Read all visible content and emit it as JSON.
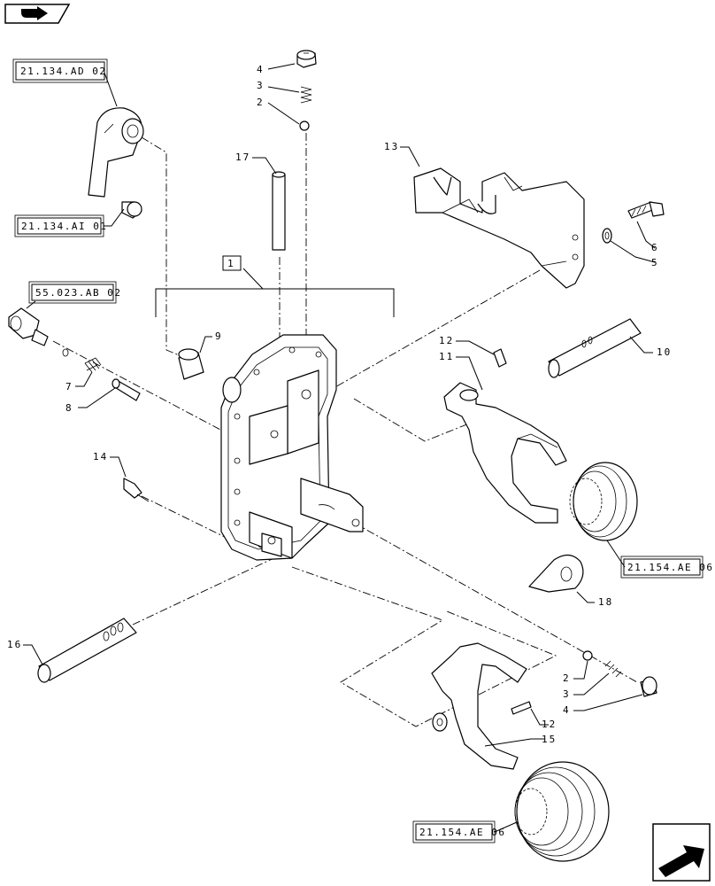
{
  "callouts": {
    "c1": "1",
    "c2a": "2",
    "c3a": "3",
    "c4a": "4",
    "c5": "5",
    "c6": "6",
    "c7": "7",
    "c8": "8",
    "c9": "9",
    "c10": "10",
    "c11": "11",
    "c12a": "12",
    "c12b": "12",
    "c13": "13",
    "c14": "14",
    "c15": "15",
    "c16": "16",
    "c17": "17",
    "c18": "18",
    "c2b": "2",
    "c3b": "3",
    "c4b": "4"
  },
  "references": {
    "ref_ad02": "21.134.AD 02",
    "ref_ai01": "21.134.AI 01",
    "ref_ab02": "55.023.AB 02",
    "ref_ae06a": "21.154.AE 06",
    "ref_ae06b": "21.154.AE 06"
  },
  "icons": {
    "top_left": "book-arrow-icon",
    "bottom_right": "next-page-arrow-icon"
  }
}
